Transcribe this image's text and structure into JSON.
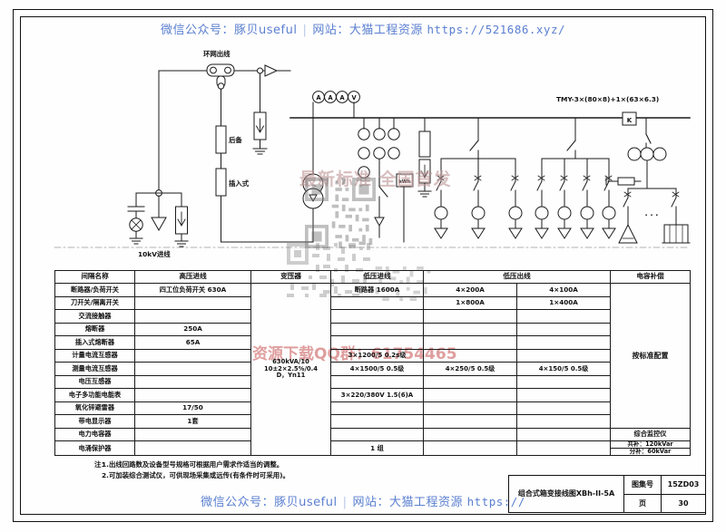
{
  "watermark": {
    "top": {
      "wechat_label": "微信公众号：",
      "wechat_value": "豚贝useful",
      "site_label": "网站：",
      "site_value": "大猫工程资源",
      "url": "https://521686.xyz/"
    },
    "bottom": {
      "wechat_label": "微信公众号：",
      "wechat_value": "豚贝useful",
      "site_label": "网站：",
      "site_value": "大猫工程资源",
      "url": "https://"
    },
    "center_text": "最新标准 全国首发",
    "qq_text": "资源下载QQ群：61754465"
  },
  "diagram": {
    "labels": {
      "ring_outgoing": "环网出线",
      "backup_fuse": "后备",
      "plugin_fuse": "插入式",
      "hv_incoming": "10kV进线",
      "busbar": "TMY-3×(80×8)+1×(63×6.3)",
      "meter_a1": "A",
      "meter_a2": "A",
      "meter_a3": "A",
      "meter_v": "V",
      "kwh_box": "kWh",
      "k_box": "K",
      "dots": "· · ·"
    }
  },
  "table": {
    "headers": [
      "间隔名称",
      "高压进线",
      "变压器",
      "低压进线",
      "低压出线",
      "电容补偿"
    ],
    "rows": [
      {
        "name": "断路器/负荷开关",
        "hv": "四工位负荷开关  630A",
        "lvin": "断路器  1600A",
        "lv1": "4×200A",
        "lv2": "4×100A"
      },
      {
        "name": "刀开关/隔离开关",
        "hv": "",
        "lvin": "",
        "lv1": "1×800A",
        "lv2": "1×400A"
      },
      {
        "name": "交流接触器",
        "hv": "",
        "lvin": "",
        "lv1": "",
        "lv2": ""
      },
      {
        "name": "熔断器",
        "hv": "250A",
        "lvin": "",
        "lv1": "",
        "lv2": ""
      },
      {
        "name": "插入式熔断器",
        "hv": "65A",
        "lvin": "",
        "lv1": "",
        "lv2": ""
      },
      {
        "name": "计量电流互感器",
        "hv": "",
        "lvin": "3×1200/5    0.2s级",
        "lv1": "",
        "lv2": ""
      },
      {
        "name": "测量电流互感器",
        "hv": "",
        "lvin": "4×1500/5    0.5级",
        "lv1": "4×250/5      0.5级",
        "lv2": "4×150/5      0.5级"
      },
      {
        "name": "电压互感器",
        "hv": "",
        "lvin": "",
        "lv1": "",
        "lv2": ""
      },
      {
        "name": "电子多功能电能表",
        "hv": "",
        "lvin": "3×220/380V  1.5(6)A",
        "lv1": "",
        "lv2": ""
      },
      {
        "name": "氧化锌避雷器",
        "hv": "17/50",
        "lvin": "",
        "lv1": "",
        "lv2": ""
      },
      {
        "name": "带电显示器",
        "hv": "1套",
        "lvin": "",
        "lv1": "",
        "lv2": ""
      },
      {
        "name": "电力电容器",
        "hv": "",
        "lvin": "",
        "lv1": "",
        "lv2": ""
      },
      {
        "name": "电涌保护器",
        "hv": "",
        "lvin": "1 组",
        "lv1": "",
        "lv2": ""
      }
    ],
    "transformer_spec": [
      "630kVA/10",
      "10±2×2.5%/0.4",
      "D，Yn11"
    ],
    "capacitor": {
      "main": "按标准配置",
      "monitor_label": "综合监控仪",
      "shared": "共补：120kVar",
      "individual": "分补：60kVar"
    }
  },
  "notes": {
    "prefix": "注：",
    "items": [
      "1.出线回路数及设备型号规格可根据用户需求作适当的调整。",
      "2.可加装综合测试仪，可供现场采集或远传(有条件时可采用)。"
    ]
  },
  "title_block": {
    "drawing_name": "组合式箱变接线图XBh-II-5A",
    "atlas_key": "图集号",
    "atlas_value": "15ZD03",
    "page_key": "页",
    "page_value": "30"
  }
}
